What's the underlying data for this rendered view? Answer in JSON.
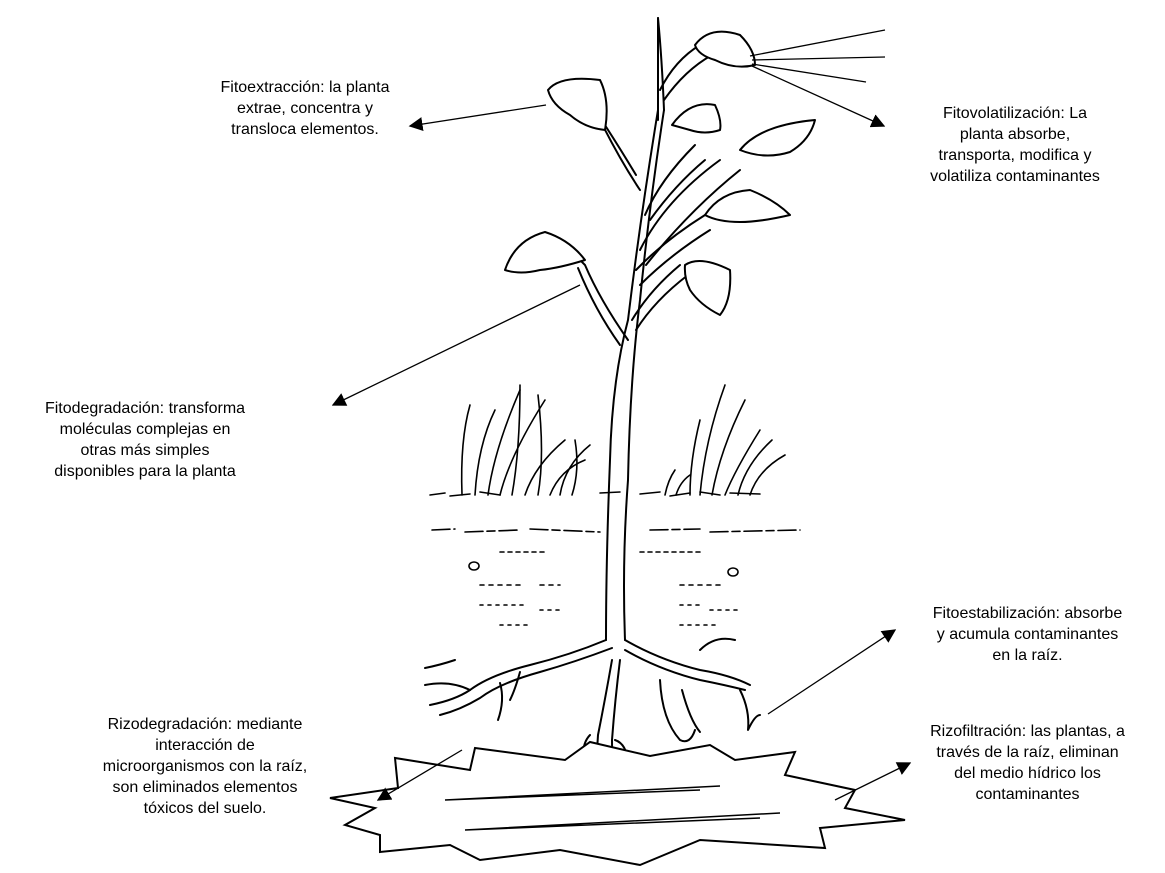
{
  "labels": {
    "fitoextraccion": [
      "Fitoextracción: la planta",
      "extrae, concentra y",
      "transloca elementos."
    ],
    "fitovolatilizacion": [
      "Fitovolatilización: La",
      "planta absorbe,",
      "transporta, modifica y",
      "volatiliza contaminantes"
    ],
    "fitodegradacion": [
      "Fitodegradación: transforma",
      "moléculas complejas en",
      "otras más simples",
      "disponibles para la planta"
    ],
    "fitoestabilizacion": [
      "Fitoestabilización: absorbe",
      "y acumula contaminantes",
      "en la raíz."
    ],
    "rizodegradacion": [
      "Rizodegradación: mediante",
      "interacción de",
      "microorganismos con la raíz,",
      "son eliminados elementos",
      "tóxicos del suelo."
    ],
    "rizofiltracion": [
      "Rizofiltración: las plantas, a",
      "través de la raíz, eliminan",
      "del medio hídrico los",
      "contaminantes"
    ]
  }
}
